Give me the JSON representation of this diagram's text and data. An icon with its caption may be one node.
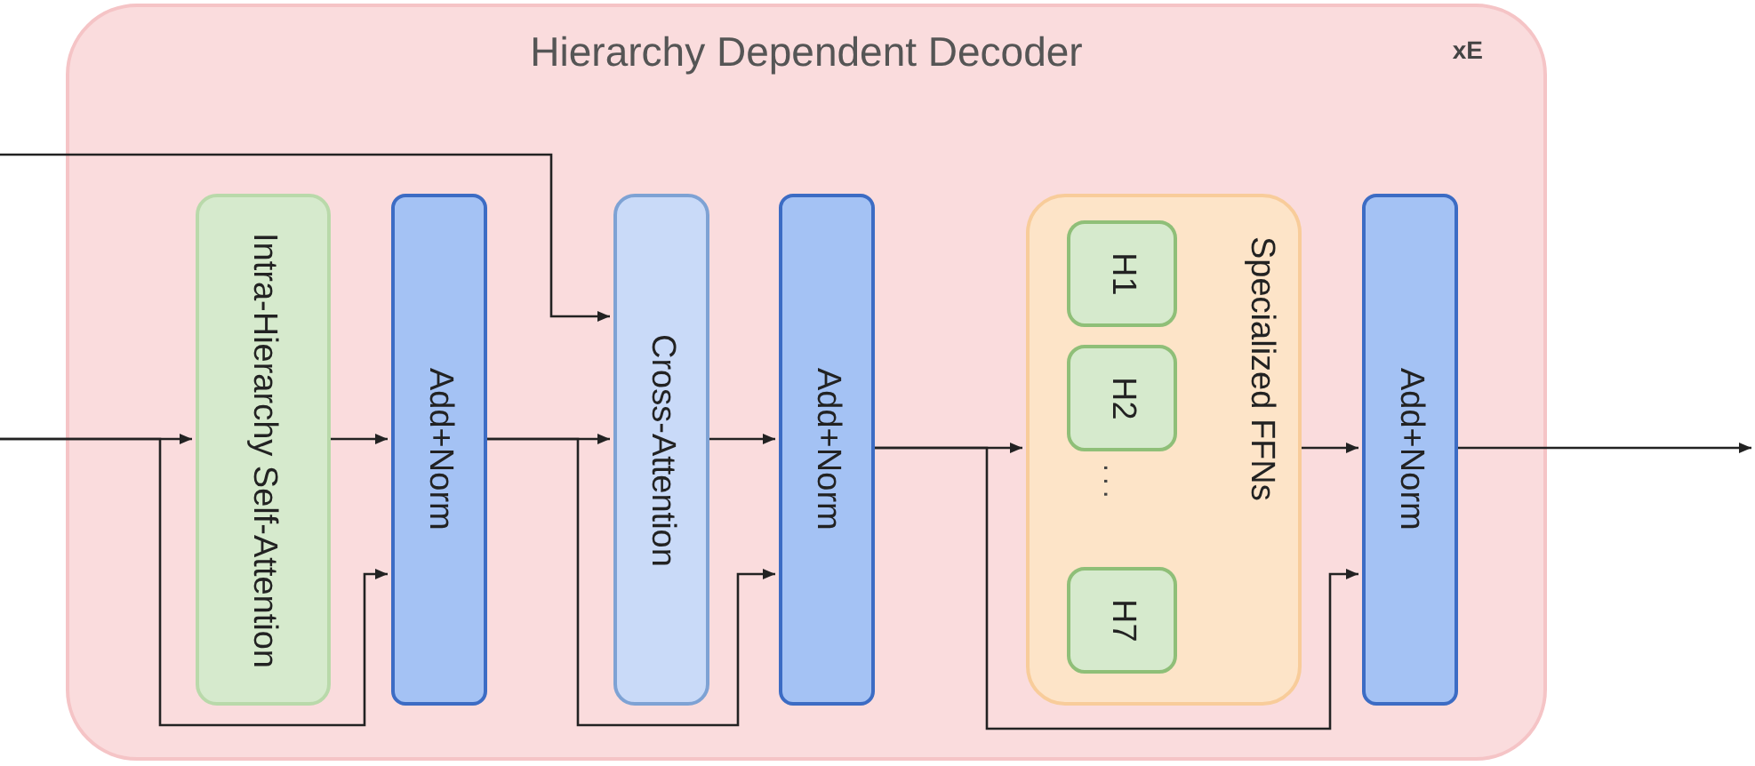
{
  "diagram": {
    "nodes": [
      {
        "text": [
          "Hierarchy Dependent Decoder",
          "xE"
        ]
      },
      {
        "text": [
          "Intra-Hierarchy Self-Attention"
        ],
        "in": 0
      },
      {
        "text": [
          "Add+Norm"
        ],
        "in": 0
      },
      {
        "text": [
          "Cross-Attention"
        ],
        "in": 0
      },
      {
        "text": [
          "Add+Norm"
        ],
        "in": 0
      },
      {
        "text": [
          "Specialized FFNs"
        ],
        "in": 0
      },
      {
        "text": [
          "H1"
        ],
        "in": 5
      },
      {
        "text": [
          "H2"
        ],
        "in": 5
      },
      {
        "text": [
          "H7"
        ],
        "in": 5
      },
      {
        "text": [
          "Add+Norm"
        ],
        "in": 0
      }
    ],
    "edges": [
      {
        "from": null,
        "to": 1,
        "arrow": "to"
      },
      {
        "from": null,
        "to": 2,
        "arrow": "to"
      },
      {
        "from": 1,
        "to": 2,
        "arrow": "to"
      },
      {
        "from": null,
        "to": 3,
        "arrow": "to"
      },
      {
        "from": 2,
        "to": 3,
        "arrow": "to"
      },
      {
        "from": 2,
        "to": 4,
        "arrow": "to"
      },
      {
        "from": 3,
        "to": 4,
        "arrow": "to"
      },
      {
        "from": 4,
        "to": 5,
        "arrow": "to"
      },
      {
        "from": 4,
        "to": 9,
        "arrow": "to"
      },
      {
        "from": 5,
        "to": 9,
        "arrow": "to"
      },
      {
        "from": 9,
        "to": null,
        "arrow": "to"
      }
    ],
    "labels": [
      "..."
    ]
  }
}
